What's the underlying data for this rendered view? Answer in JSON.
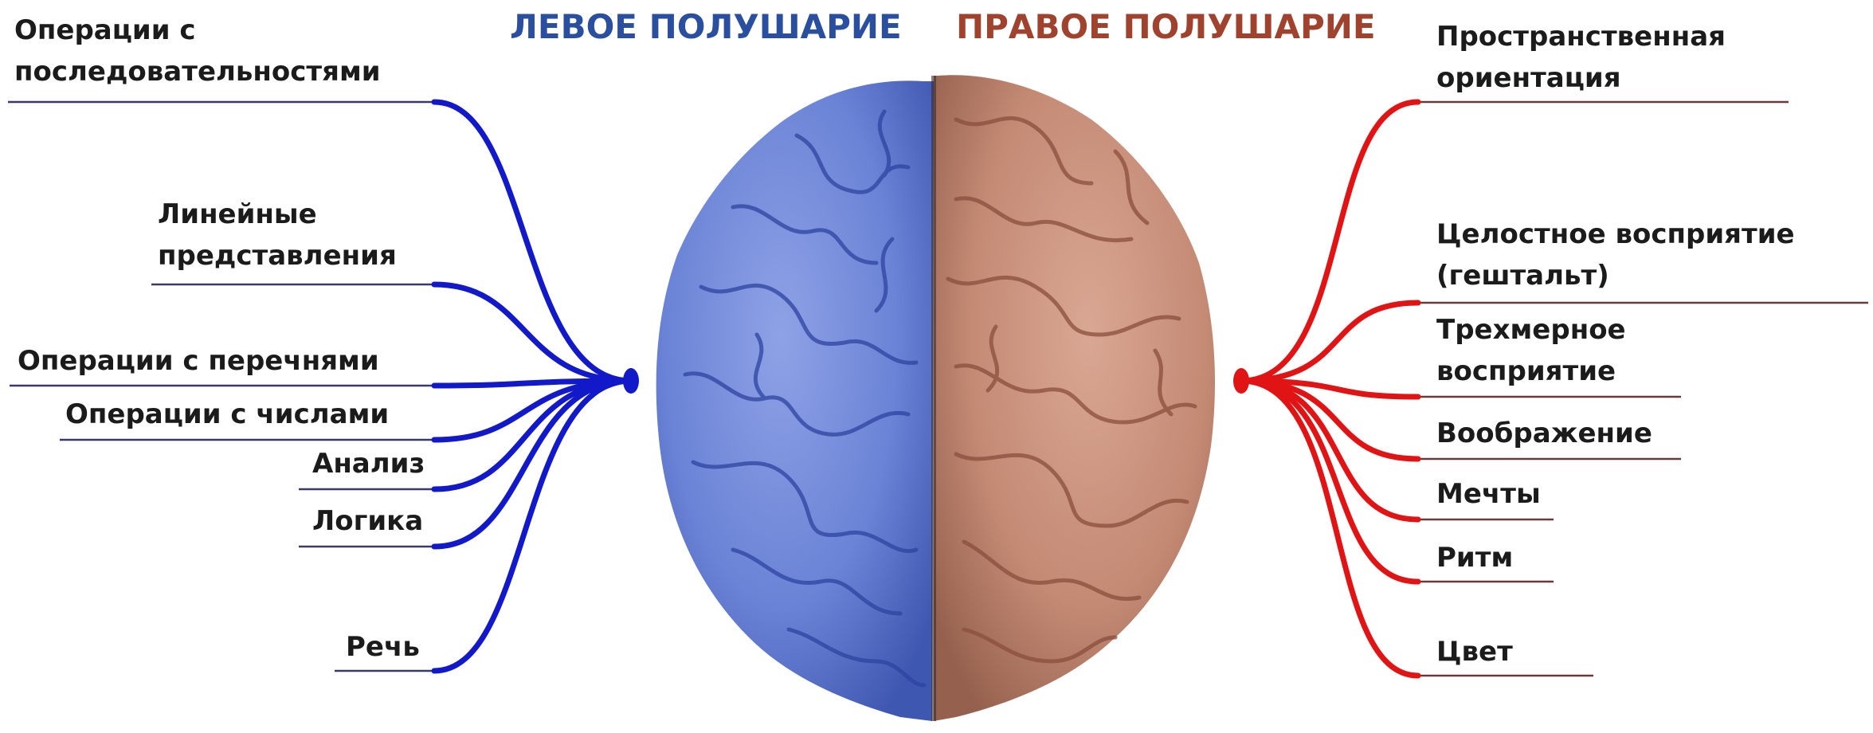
{
  "headings": {
    "left": "ЛЕВОЕ ПОЛУШАРИЕ",
    "right": "ПРАВОЕ ПОЛУШАРИЕ"
  },
  "colors": {
    "left_heading": "#2a4f9e",
    "right_heading": "#a0432e",
    "left_lines": "#1219c8",
    "right_lines": "#e01414",
    "left_hemisphere": "#6b83d6",
    "right_hemisphere": "#c48a74"
  },
  "left_items": [
    {
      "line1": "Операции с",
      "line2": "последовательностями"
    },
    {
      "line1": "Линейные",
      "line2": "представления"
    },
    {
      "line1": "Операции с перечнями"
    },
    {
      "line1": "Операции с числами"
    },
    {
      "line1": "Анализ"
    },
    {
      "line1": "Логика"
    },
    {
      "line1": "Речь"
    }
  ],
  "right_items": [
    {
      "line1": "Пространственная",
      "line2": "ориентация"
    },
    {
      "line1": "Целостное восприятие",
      "line2": "(гештальт)"
    },
    {
      "line1": "Трехмерное",
      "line2": "восприятие"
    },
    {
      "line1": "Воображение"
    },
    {
      "line1": "Мечты"
    },
    {
      "line1": "Ритм"
    },
    {
      "line1": "Цвет"
    }
  ]
}
